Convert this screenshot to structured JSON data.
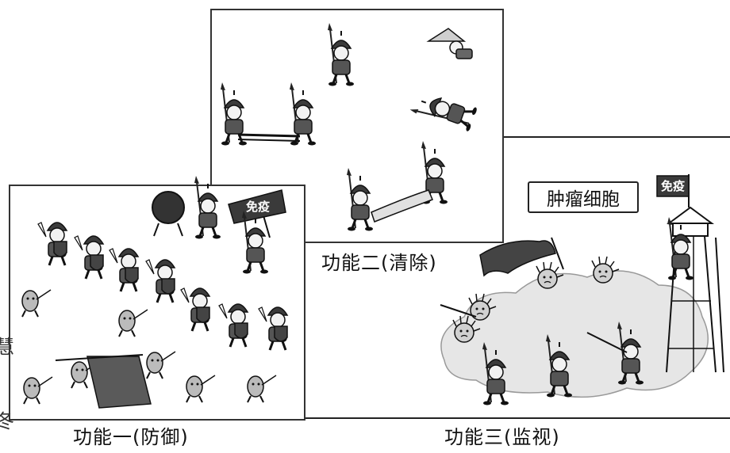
{
  "panels": {
    "one": {
      "caption": "功能一(防御)"
    },
    "two": {
      "caption": "功能二(清除)"
    },
    "three": {
      "caption": "功能三(监视)"
    }
  },
  "labels": {
    "tumor_cell": "肿瘤细胞",
    "flag_immune": "免疫"
  },
  "edge_glyphs": [
    "慧",
    "冬"
  ],
  "colors": {
    "ink": "#1a1a1a",
    "armor": "#555555",
    "cloud": "#e6e6e6"
  }
}
